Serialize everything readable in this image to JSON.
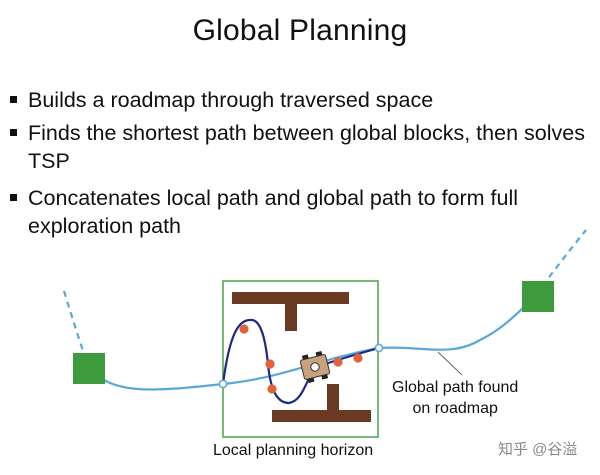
{
  "title": "Global Planning",
  "bullets": [
    "Builds a roadmap through traversed space",
    "Finds the shortest path between global blocks, then solves TSP",
    "Concatenates local path and global path to form full exploration path"
  ],
  "diagram": {
    "local_horizon_label": "Local planning horizon",
    "global_path_label_line1": "Global path found",
    "global_path_label_line2": "on roadmap",
    "colors": {
      "global_path": "#5aa7d8",
      "local_path": "#1c2a86",
      "obstacle": "#6a3a22",
      "horizon_box": "#4aa24a",
      "global_block": "#3d9b3d",
      "waypoint": "#e0623a"
    }
  },
  "watermark": "知乎 @谷溢"
}
